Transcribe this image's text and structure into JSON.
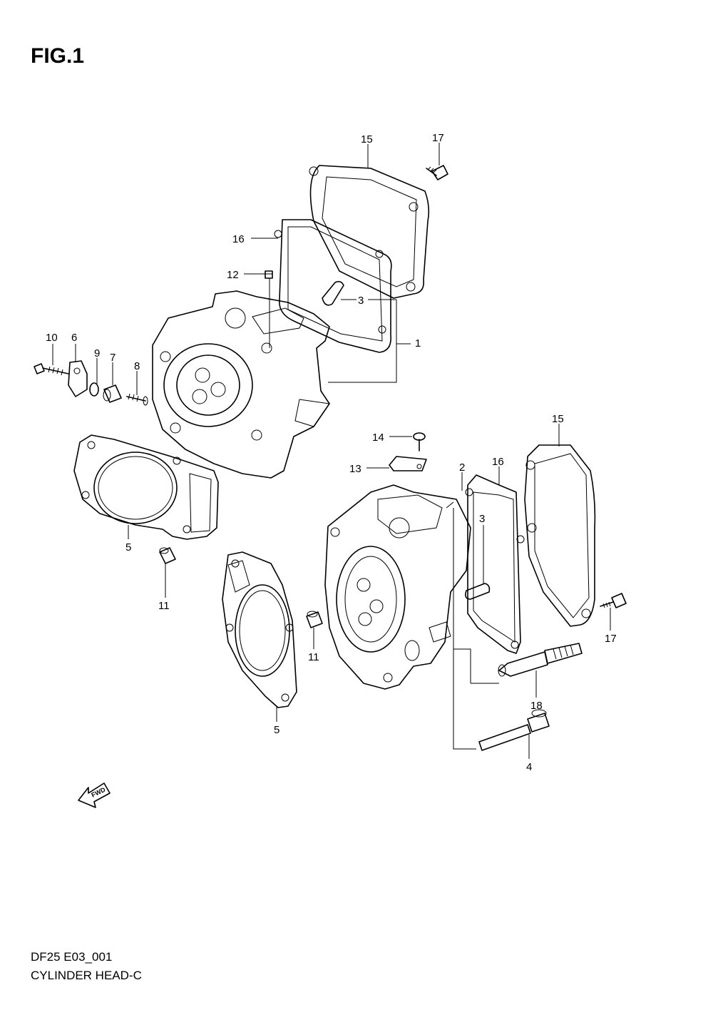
{
  "figure_title": "FIG.1",
  "footer": {
    "code": "DF25 E03_001",
    "name": "CYLINDER HEAD-C"
  },
  "fwd_label": "FWD",
  "callouts": {
    "c15a": "15",
    "c17a": "17",
    "c16a": "16",
    "c12": "12",
    "c3a": "3",
    "c1": "1",
    "c10": "10",
    "c6": "6",
    "c9": "9",
    "c7": "7",
    "c8": "8",
    "c14": "14",
    "c15b": "15",
    "c13": "13",
    "c2": "2",
    "c16b": "16",
    "c3b": "3",
    "c5a": "5",
    "c11a": "11",
    "c11b": "11",
    "c17b": "17",
    "c18": "18",
    "c5b": "5",
    "c4": "4"
  }
}
